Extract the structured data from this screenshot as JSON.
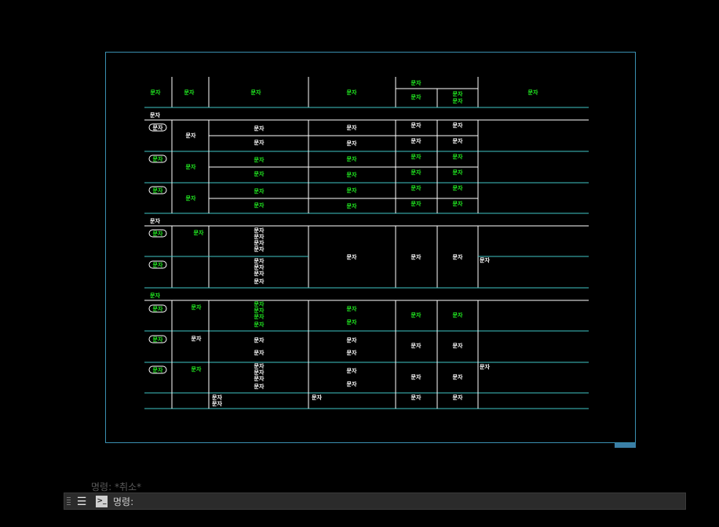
{
  "cell": "문자",
  "colors": {
    "white_text": "#ffffff",
    "green_text": "#22ee22",
    "line": "#3fc6c6",
    "frame": "#3a8fb0"
  },
  "command_line": {
    "history": "명령:  *취소*",
    "prompt_label": "명령:",
    "menu_icon": "hamburger-menu-icon",
    "prompt_icon": "command-prompt-icon"
  }
}
